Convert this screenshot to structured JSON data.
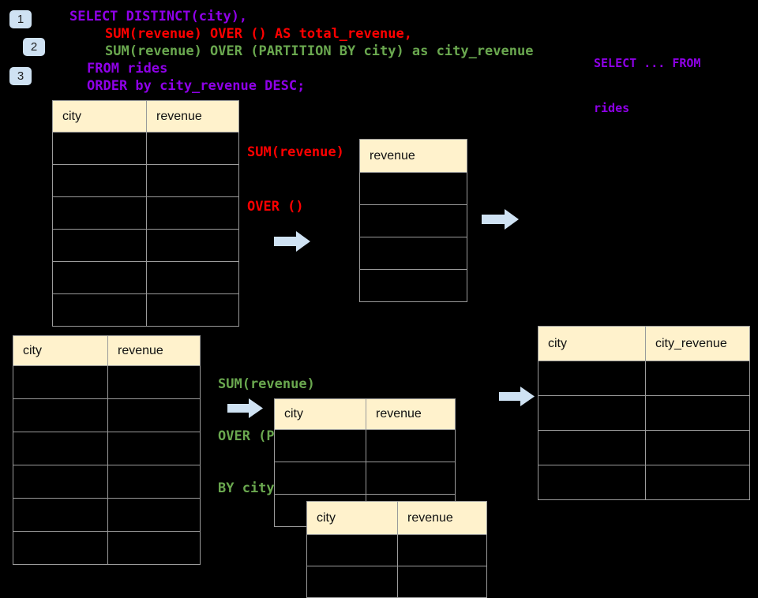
{
  "sql": {
    "lines": [
      {
        "text": "SELECT DISTINCT(city),",
        "color": "purple"
      },
      {
        "text": "SUM(revenue) OVER () AS total_revenue,",
        "color": "red"
      },
      {
        "text": "SUM(revenue) OVER (PARTITION BY city) as city_revenue",
        "color": "green"
      },
      {
        "text": "FROM rides",
        "color": "purple"
      },
      {
        "text": "ORDER by city_revenue DESC;",
        "color": "purple"
      }
    ]
  },
  "step_badges": [
    "1",
    "2",
    "3"
  ],
  "side_note": {
    "lines": [
      "SELECT ... FROM",
      "rides"
    ]
  },
  "annotations": {
    "total_revenue": {
      "lines": [
        "SUM(revenue)",
        "OVER ()"
      ],
      "color": "#FF0000"
    },
    "partition": {
      "lines": [
        "SUM(revenue)",
        "OVER (PARTITION",
        "BY city)"
      ],
      "color": "#6AA84F"
    }
  },
  "tables": {
    "source_top": {
      "headers": [
        "city",
        "revenue"
      ],
      "row_count": 6,
      "cells_empty": true
    },
    "total_result": {
      "headers": [
        "revenue"
      ],
      "row_count": 4,
      "cells_empty": true
    },
    "source_bottom": {
      "headers": [
        "city",
        "revenue"
      ],
      "row_count": 6,
      "cells_empty": true
    },
    "partition_mid": {
      "headers": [
        "city",
        "revenue"
      ],
      "row_count": 3,
      "cells_empty": true
    },
    "partition_overlay": {
      "headers": [
        "city",
        "revenue"
      ],
      "row_count": 2,
      "cells_empty": true
    },
    "final_result": {
      "headers": [
        "city",
        "city_revenue"
      ],
      "row_count": 4,
      "cells_empty": true
    }
  },
  "icons": {
    "flow_arrow": "arrow-right-icon"
  },
  "colors": {
    "background": "#000000",
    "code_purple": "#8F00E8",
    "code_red": "#FF0000",
    "code_green": "#6AA84F",
    "table_header_fill": "#FFF2CC",
    "table_border": "#9B9B9B",
    "arrow_fill": "#CFE2F3",
    "badge_fill": "#CFE2F3"
  }
}
